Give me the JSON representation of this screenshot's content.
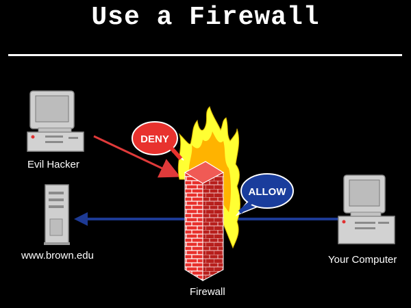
{
  "title": "Use a Firewall",
  "nodes": {
    "evil_hacker": "Evil Hacker",
    "server": "www.brown.edu",
    "your_computer": "Your Computer",
    "firewall": "Firewall"
  },
  "bubbles": {
    "deny": "DENY",
    "allow": "ALLOW"
  },
  "colors": {
    "background": "#000000",
    "deny": "#e8322e",
    "allow": "#1a3d9c",
    "hacker_arrow": "#e03a3a",
    "allow_arrow": "#1d3a94",
    "brick": "#e8302c",
    "flame_outer": "#ffff33",
    "flame_inner": "#ffb300"
  }
}
